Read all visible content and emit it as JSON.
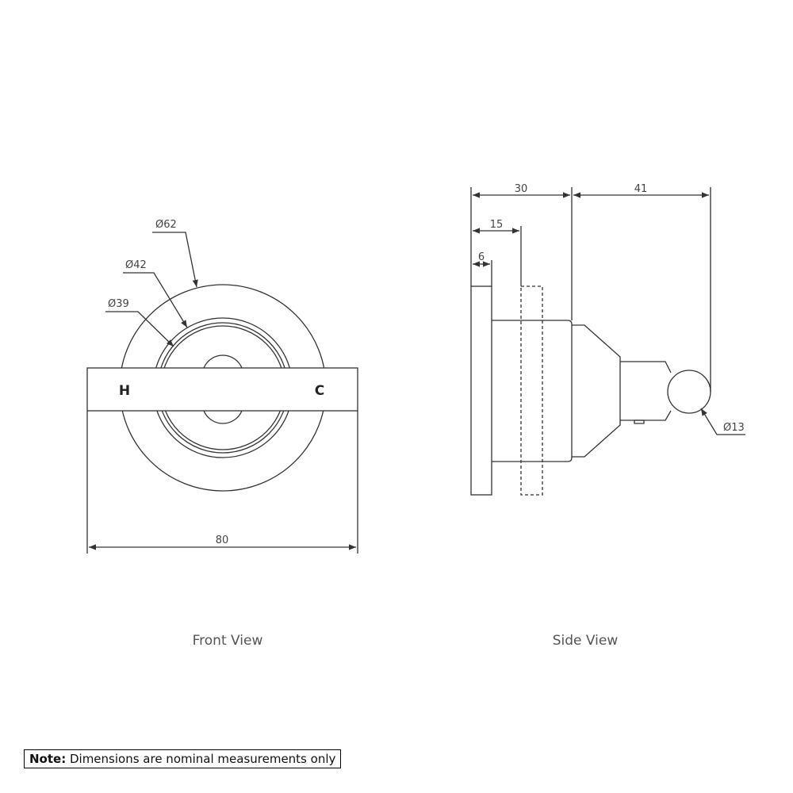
{
  "front_view": {
    "caption": "Front View",
    "dimensions": {
      "outer_diameter": "Ø62",
      "ring_diameter": "Ø42",
      "inner_diameter": "Ø39",
      "overall_width": "80"
    },
    "handle_labels": {
      "hot": "H",
      "cold": "C"
    }
  },
  "side_view": {
    "caption": "Side View",
    "dimensions": {
      "body_depth": "30",
      "projection": "41",
      "wall_plate": "15",
      "flange": "6",
      "handle_diameter": "Ø13"
    }
  },
  "note": {
    "label": "Note:",
    "text": " Dimensions are nominal measurements only"
  },
  "colors": {
    "line": "#333333",
    "text": "#444444"
  }
}
